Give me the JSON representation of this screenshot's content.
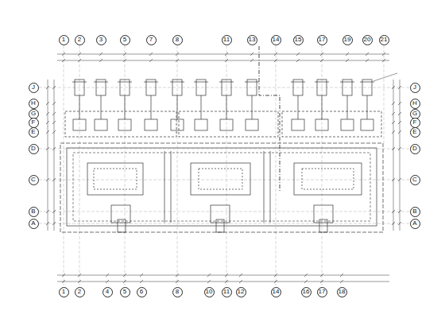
{
  "diagram": {
    "nodes": [
      {
        "text": [
          "1"
        ]
      },
      {
        "text": [
          "2"
        ]
      },
      {
        "text": [
          "3"
        ]
      },
      {
        "text": [
          "5"
        ]
      },
      {
        "text": [
          "7"
        ]
      },
      {
        "text": [
          "8"
        ]
      },
      {
        "text": [
          "11"
        ]
      },
      {
        "text": [
          "13"
        ]
      },
      {
        "text": [
          "14"
        ]
      },
      {
        "text": [
          "15"
        ]
      },
      {
        "text": [
          "17"
        ]
      },
      {
        "text": [
          "19"
        ]
      },
      {
        "text": [
          "20"
        ]
      },
      {
        "text": [
          "21"
        ]
      },
      {
        "text": [
          "J"
        ]
      },
      {
        "text": [
          "H"
        ]
      },
      {
        "text": [
          "G"
        ]
      },
      {
        "text": [
          "F"
        ]
      },
      {
        "text": [
          "E"
        ]
      },
      {
        "text": [
          "D"
        ]
      },
      {
        "text": [
          "C"
        ]
      },
      {
        "text": [
          "B"
        ]
      },
      {
        "text": [
          "A"
        ]
      },
      {
        "text": [
          "J"
        ]
      },
      {
        "text": [
          "H"
        ]
      },
      {
        "text": [
          "G"
        ]
      },
      {
        "text": [
          "F"
        ]
      },
      {
        "text": [
          "E"
        ]
      },
      {
        "text": [
          "D"
        ]
      },
      {
        "text": [
          "C"
        ]
      },
      {
        "text": [
          "B"
        ]
      },
      {
        "text": [
          "A"
        ]
      },
      {
        "text": [
          "1"
        ]
      },
      {
        "text": [
          "2"
        ]
      },
      {
        "text": [
          "4"
        ]
      },
      {
        "text": [
          "5"
        ]
      },
      {
        "text": [
          "6"
        ]
      },
      {
        "text": [
          "8"
        ]
      },
      {
        "text": [
          "10"
        ]
      },
      {
        "text": [
          "11"
        ]
      },
      {
        "text": [
          "12"
        ]
      },
      {
        "text": [
          "14"
        ]
      },
      {
        "text": [
          "16"
        ]
      },
      {
        "text": [
          "17"
        ]
      },
      {
        "text": [
          "18"
        ]
      }
    ]
  }
}
